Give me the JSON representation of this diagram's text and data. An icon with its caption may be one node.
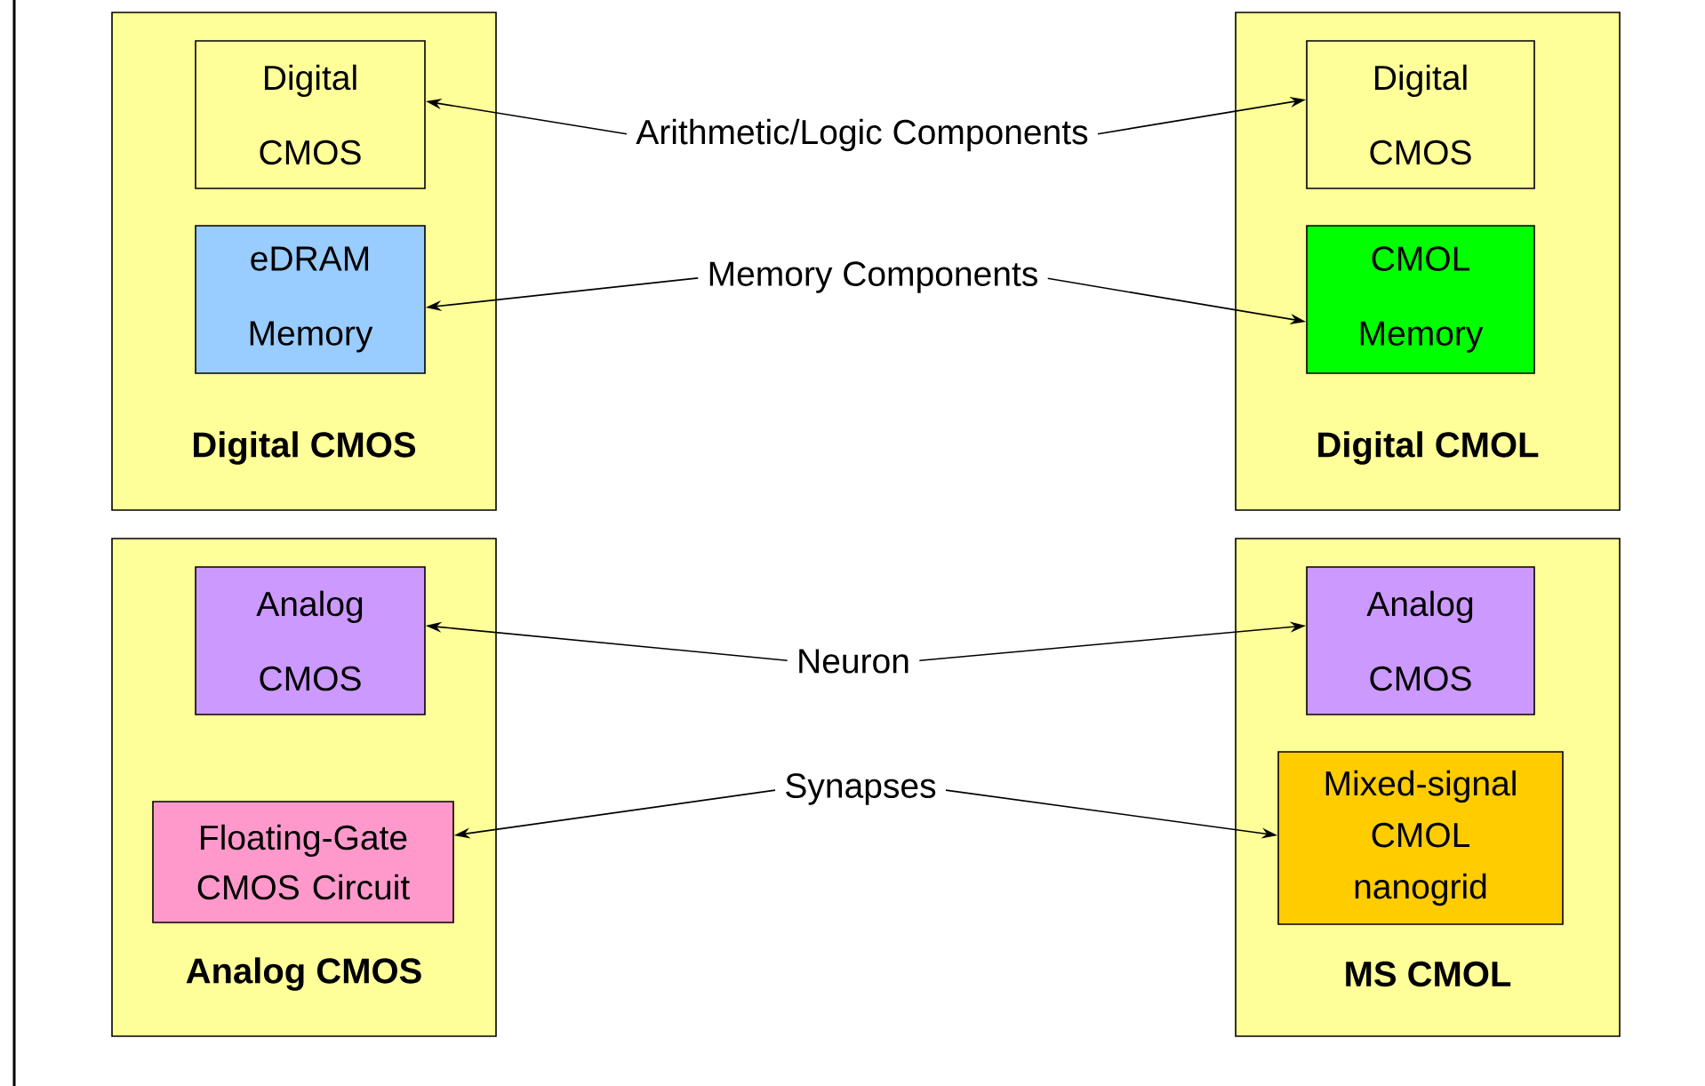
{
  "diagram": {
    "nodes": [
      {
        "text": [
          "Digital CMOS"
        ]
      },
      {
        "text": [
          "Digital CMOS"
        ],
        "in": 0
      },
      {
        "text": [
          "eDRAM Memory"
        ],
        "in": 0
      },
      {
        "text": [
          "Digital CMOL"
        ]
      },
      {
        "text": [
          "Digital CMOS"
        ],
        "in": 3
      },
      {
        "text": [
          "CMOL Memory"
        ],
        "in": 3
      },
      {
        "text": [
          "Analog CMOS"
        ]
      },
      {
        "text": [
          "Analog CMOS"
        ],
        "in": 6
      },
      {
        "text": [
          "Floating-Gate CMOS Circuit"
        ],
        "in": 6
      },
      {
        "text": [
          "MS CMOL"
        ]
      },
      {
        "text": [
          "Analog CMOS"
        ],
        "in": 9
      },
      {
        "text": [
          "Mixed-signal CMOL nanogrid"
        ],
        "in": 9
      },
      {
        "text": [
          "Arithmetic/Logic Components"
        ]
      },
      {
        "text": [
          "Memory Components"
        ]
      },
      {
        "text": [
          "Neuron"
        ]
      },
      {
        "text": [
          "Synapses"
        ]
      }
    ],
    "edges": [
      {
        "from": 12,
        "to": 1,
        "arrow": "to"
      },
      {
        "from": 12,
        "to": 4,
        "arrow": "to"
      },
      {
        "from": 13,
        "to": 2,
        "arrow": "to"
      },
      {
        "from": 13,
        "to": 5,
        "arrow": "to"
      },
      {
        "from": 14,
        "to": 7,
        "arrow": "to"
      },
      {
        "from": 14,
        "to": 10,
        "arrow": "to"
      },
      {
        "from": 15,
        "to": 8,
        "arrow": "to"
      },
      {
        "from": 15,
        "to": 11,
        "arrow": "to"
      }
    ]
  }
}
